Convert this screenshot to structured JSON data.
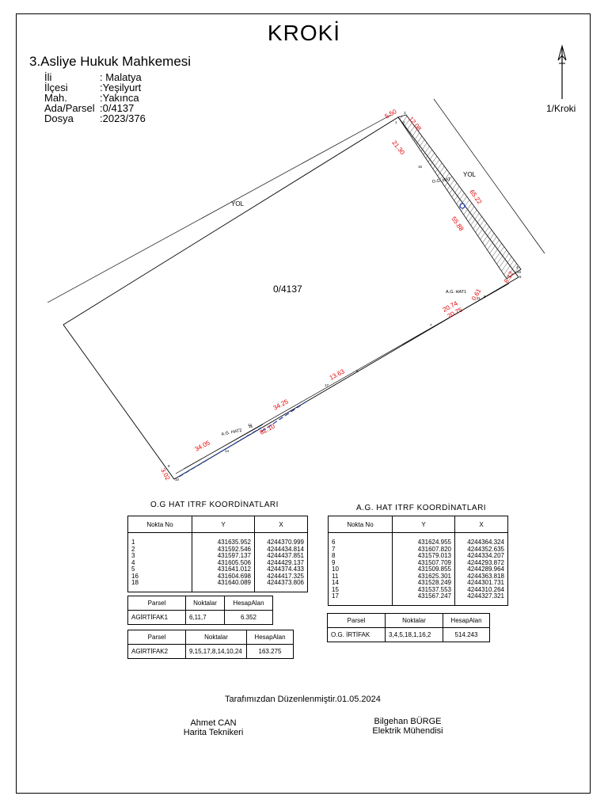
{
  "title": "KROKİ",
  "court": "3.Asliye Hukuk Mahkemesi",
  "info": [
    {
      "key": "İli",
      "value": ": Malatya"
    },
    {
      "key": "İlçesi",
      "value": ":Yeşilyurt"
    },
    {
      "key": "Mah.",
      "value": ":Yakınca"
    },
    {
      "key": "Ada/Parsel",
      "value": ":0/4137"
    },
    {
      "key": "Dosya",
      "value": ":2023/376"
    }
  ],
  "scale_label": "1/Kroki",
  "map": {
    "parcel_label": "0/4137",
    "road_labels": [
      "YOL",
      "YOL"
    ],
    "og_hat_label": "O.G. HAT",
    "ag_hat1_label": "A.G. HAT1",
    "ag_hat2_label": "A.G. HAT2",
    "dimensions": [
      "5.50",
      "12.08",
      "21.30",
      "65.22",
      "55.88",
      "6.12",
      "0.61",
      "20.74",
      "20.75",
      "13.63",
      "34.25",
      "82.10",
      "34.05",
      "3.02"
    ],
    "point_numbers": [
      "3",
      "1",
      "2",
      "18",
      "16",
      "4",
      "5",
      "11",
      "17",
      "7",
      "8",
      "12",
      "15",
      "14",
      "6",
      "9",
      "10"
    ],
    "colors": {
      "dimension": "#e00000",
      "line": "#000000",
      "hatch": "#444444",
      "cable": "#1a3aa8"
    }
  },
  "og_table": {
    "title": "O.G HAT ITRF KOORDİNATLARI",
    "headers": [
      "Nokta   No",
      "Y",
      "X"
    ],
    "rows": [
      [
        "1",
        "431635.952",
        "4244370.999"
      ],
      [
        "2",
        "431592.546",
        "4244434.814"
      ],
      [
        "3",
        "431597.137",
        "4244437.851"
      ],
      [
        "4",
        "431605.506",
        "4244429.137"
      ],
      [
        "5",
        "431641.012",
        "4244374.433"
      ],
      [
        "16",
        "431604.698",
        "4244417.325"
      ],
      [
        "18",
        "431640.089",
        "4244373.806"
      ]
    ]
  },
  "ag_table": {
    "title": "A.G. HAT ITRF KOORDİNATLARI",
    "headers": [
      "Nokta   No",
      "Y",
      "X"
    ],
    "rows": [
      [
        "6",
        "431624.955",
        "4244364.324"
      ],
      [
        "7",
        "431607.820",
        "4244352.635"
      ],
      [
        "8",
        "431579.013",
        "4244334.207"
      ],
      [
        "9",
        "431507.709",
        "4244293.872"
      ],
      [
        "10",
        "431509.855",
        "4244289.964"
      ],
      [
        "11",
        "431625.301",
        "4244363.818"
      ],
      [
        "14",
        "431528.249",
        "4244301.731"
      ],
      [
        "15",
        "431537.553",
        "4244310.264"
      ],
      [
        "17",
        "431567.247",
        "4244327.321"
      ]
    ]
  },
  "irtifak1": {
    "headers": [
      "Parsel",
      "Noktalar",
      "HesapAlan"
    ],
    "row": [
      "AGİRTİFAK1",
      "6,11,7",
      "6.352"
    ]
  },
  "irtifak2": {
    "headers": [
      "Parsel",
      "Noktalar",
      "HesapAlan"
    ],
    "row": [
      "AGİRTİFAK2",
      "9,15,17,8,14,10,24",
      "163.275"
    ]
  },
  "irtifak3": {
    "headers": [
      "Parsel",
      "Noktalar",
      "HesapAlan"
    ],
    "row": [
      "O.G. İRTİFAK",
      "3,4,5,18,1,16,2",
      "514.243"
    ]
  },
  "footer": {
    "prepared": "Tarafımızdan Düzenlenmiştir.01.05.2024",
    "left_name": "Ahmet CAN",
    "left_title": "Harita  Teknikeri",
    "right_name": "Bilgehan BÜRGE",
    "right_title": "Elektrik Mühendisi"
  }
}
